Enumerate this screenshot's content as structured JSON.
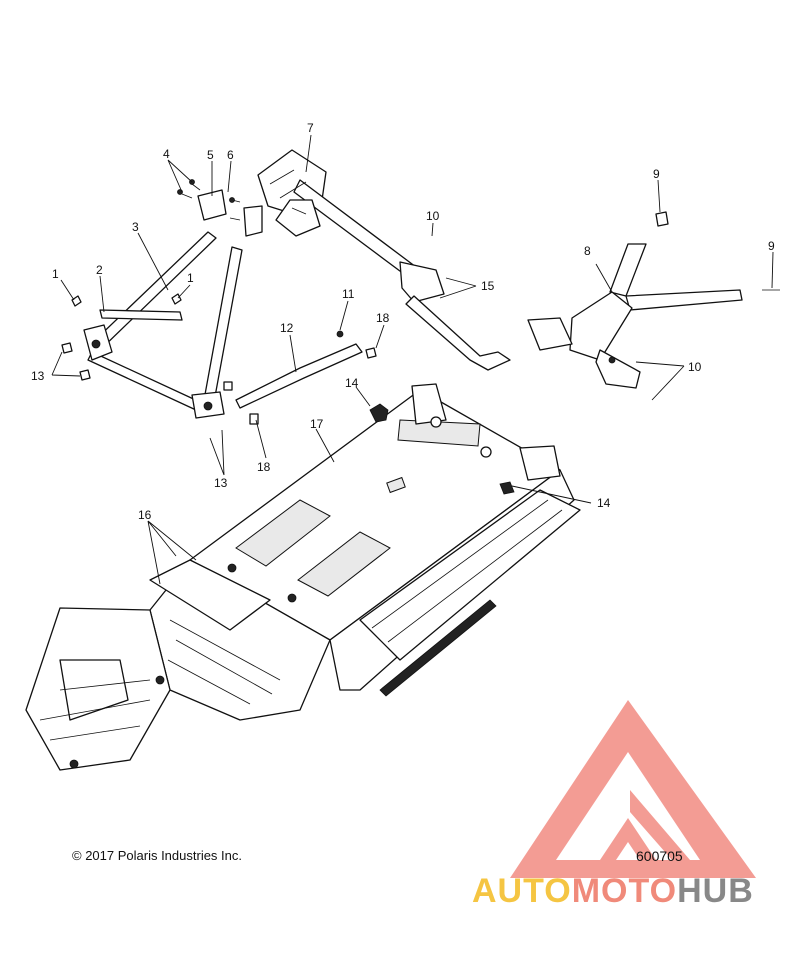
{
  "diagram": {
    "callouts": [
      "1",
      "2",
      "3",
      "4",
      "5",
      "6",
      "7",
      "8",
      "9",
      "10",
      "11",
      "12",
      "13",
      "14",
      "15",
      "16",
      "17",
      "18"
    ],
    "copyright": "© 2017 Polaris Industries Inc.",
    "drawing_number": "600705"
  },
  "watermark": {
    "word_a": "AUTO",
    "word_b": "MOTO",
    "word_c": "HUB",
    "color_a": "#f5c542",
    "color_b": "#f08a7a",
    "color_c": "#888888",
    "logo_color": "#f28b82"
  }
}
